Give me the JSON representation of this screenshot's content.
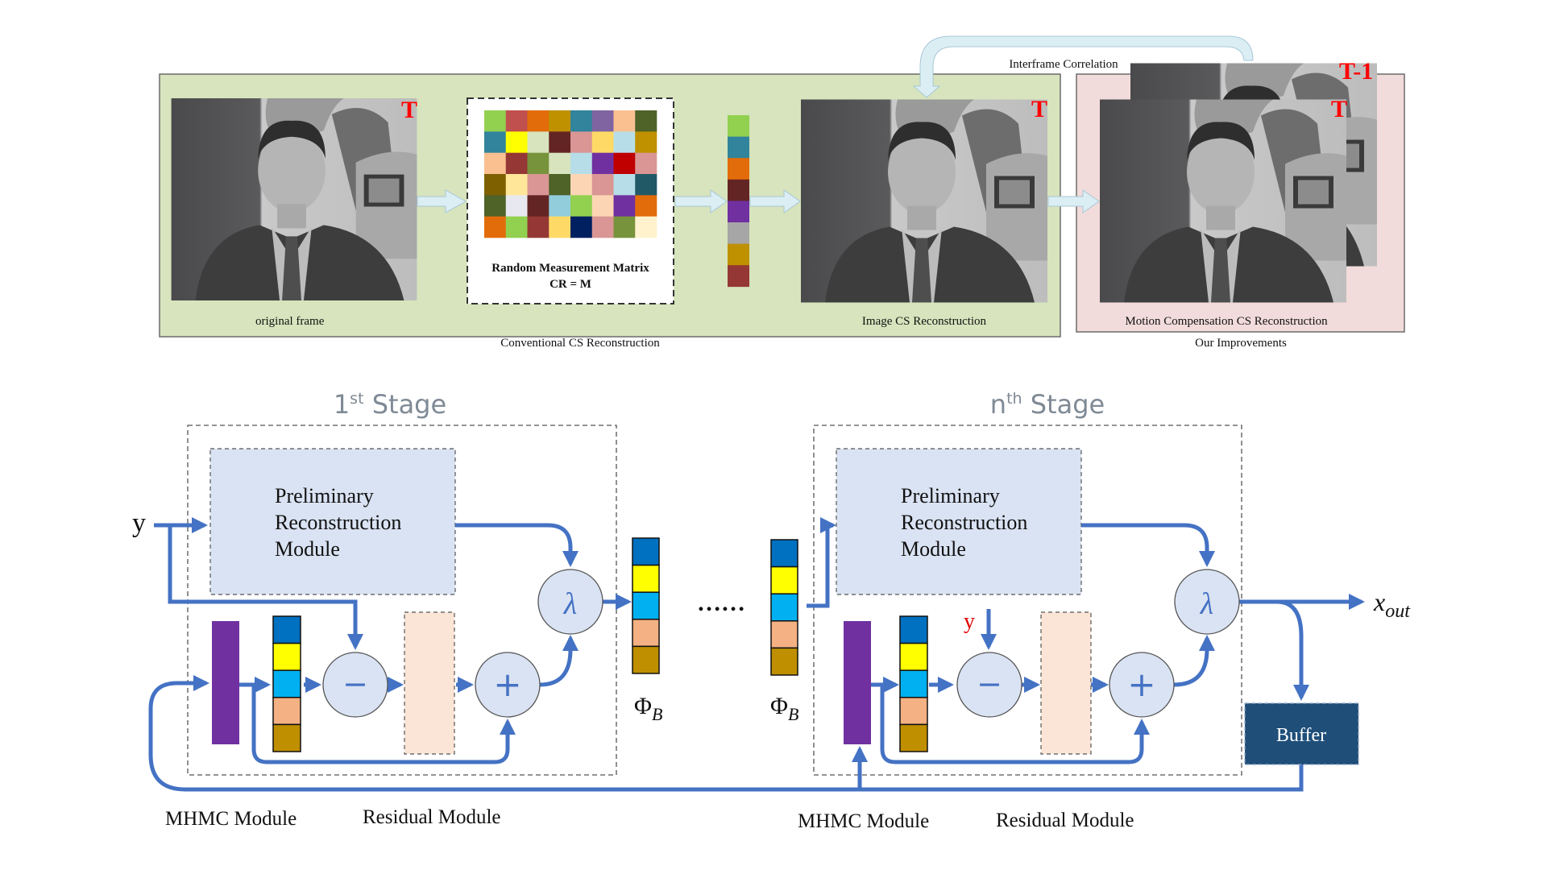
{
  "top": {
    "conventional_panel_label": "Conventional CS Reconstruction",
    "improvement_panel_label": "Our Improvements",
    "original_frame_label": "original frame",
    "original_frame_tag": "T",
    "matrix_title": "Random Measurement Matrix",
    "matrix_cr": "CR = M",
    "matrix_colors": [
      [
        "#92d050",
        "#c0504d",
        "#e36c0a",
        "#bf9000",
        "#31849b",
        "#8064a2",
        "#fac090",
        "#4f6228"
      ],
      [
        "#31849b",
        "#ffff00",
        "#d7e4bd",
        "#632523",
        "#d99694",
        "#ffd966",
        "#b7dee8",
        "#bf9000"
      ],
      [
        "#fac090",
        "#953734",
        "#77933c",
        "#d7e4bd",
        "#b7dee8",
        "#7030a0",
        "#c00000",
        "#d99694"
      ],
      [
        "#7f6000",
        "#ffe699",
        "#d99694",
        "#4f6228",
        "#fcd5b5",
        "#d99694",
        "#b7dee8",
        "#215967"
      ],
      [
        "#4f6228",
        "#e8e8f0",
        "#632523",
        "#92cddc",
        "#92d050",
        "#fcd5b5",
        "#7030a0",
        "#e36c0a"
      ],
      [
        "#e36c0a",
        "#92d050",
        "#953734",
        "#ffd966",
        "#002060",
        "#d99694",
        "#77933c",
        "#fff2cc"
      ]
    ],
    "measurement_vector_colors": [
      "#92d050",
      "#31849b",
      "#e36c0a",
      "#632523",
      "#7030a0",
      "#a6a6a6",
      "#bf9000",
      "#953734"
    ],
    "image_cs_label": "Image CS Reconstruction",
    "image_cs_tag": "T",
    "interframe_label": "Interframe Correlation",
    "mc_label": "Motion Compensation CS Reconstruction",
    "mc_tag_current": "T",
    "mc_tag_previous": "T-1"
  },
  "bottom": {
    "stage1_title_base": "1",
    "stage1_title_sup": "st",
    "stage_word": " Stage",
    "stagen_title_base": "n",
    "stagen_title_sup": "th",
    "input_label": "y",
    "prelim_lines": [
      "Preliminary",
      "Reconstruction",
      "Module"
    ],
    "lambda_symbol": "λ",
    "minus_symbol": "−",
    "plus_symbol": "+",
    "phi_label": "Φ",
    "phi_sub": "B",
    "ellipsis": "……",
    "y_injected_label": "y",
    "output_label": "x",
    "output_sub": "out",
    "buffer_label": "Buffer",
    "mhmc_label": "MHMC Module",
    "residual_label": "Residual Module",
    "phi_vector_colors": [
      "#0070c0",
      "#ffff00",
      "#00b0f0",
      "#f4b183",
      "#bf8f00"
    ]
  },
  "colors": {
    "green_panel": "#d7e4bd",
    "pink_panel": "#f2dcdb",
    "arrow_fill": "#dbeef4",
    "flow_blue": "#4472c4",
    "node_fill": "#dae3f3",
    "residual_fill": "#fbe5d6",
    "mhmc_purple": "#7030a0",
    "buffer_fill": "#1f4e79",
    "tag_red": "#ff0000"
  }
}
